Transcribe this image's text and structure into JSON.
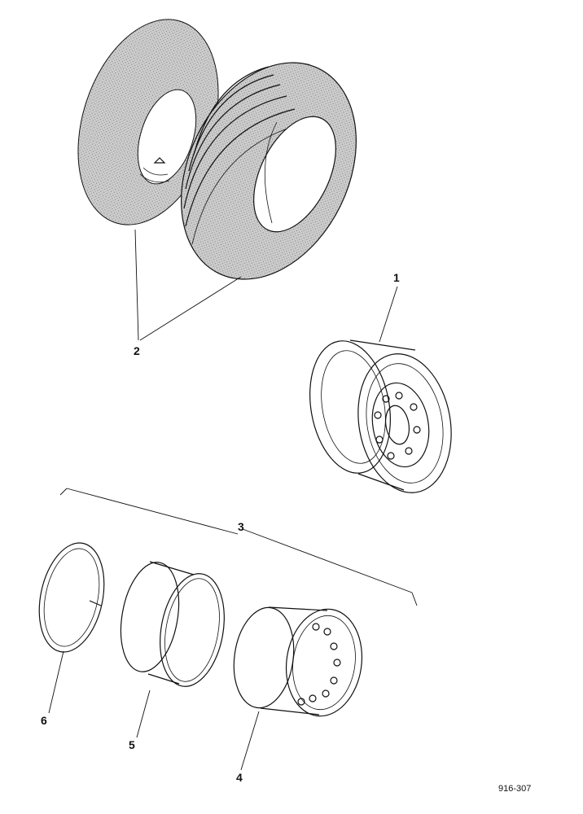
{
  "diagram": {
    "callouts": {
      "c1": "1",
      "c2": "2",
      "c3": "3",
      "c4": "4",
      "c5": "5",
      "c6": "6"
    },
    "doc_number": "916-307"
  },
  "colors": {
    "ink": "#111111",
    "tire_fill": "#c4c4c4",
    "background": "#ffffff"
  },
  "icons": {
    "part_2": "tire-and-inner-tube-icon",
    "part_1": "one-piece-wheel-rim-icon",
    "part_4": "multi-piece-wheel-base-icon",
    "part_5": "side-ring-icon",
    "part_6": "lock-ring-icon"
  }
}
